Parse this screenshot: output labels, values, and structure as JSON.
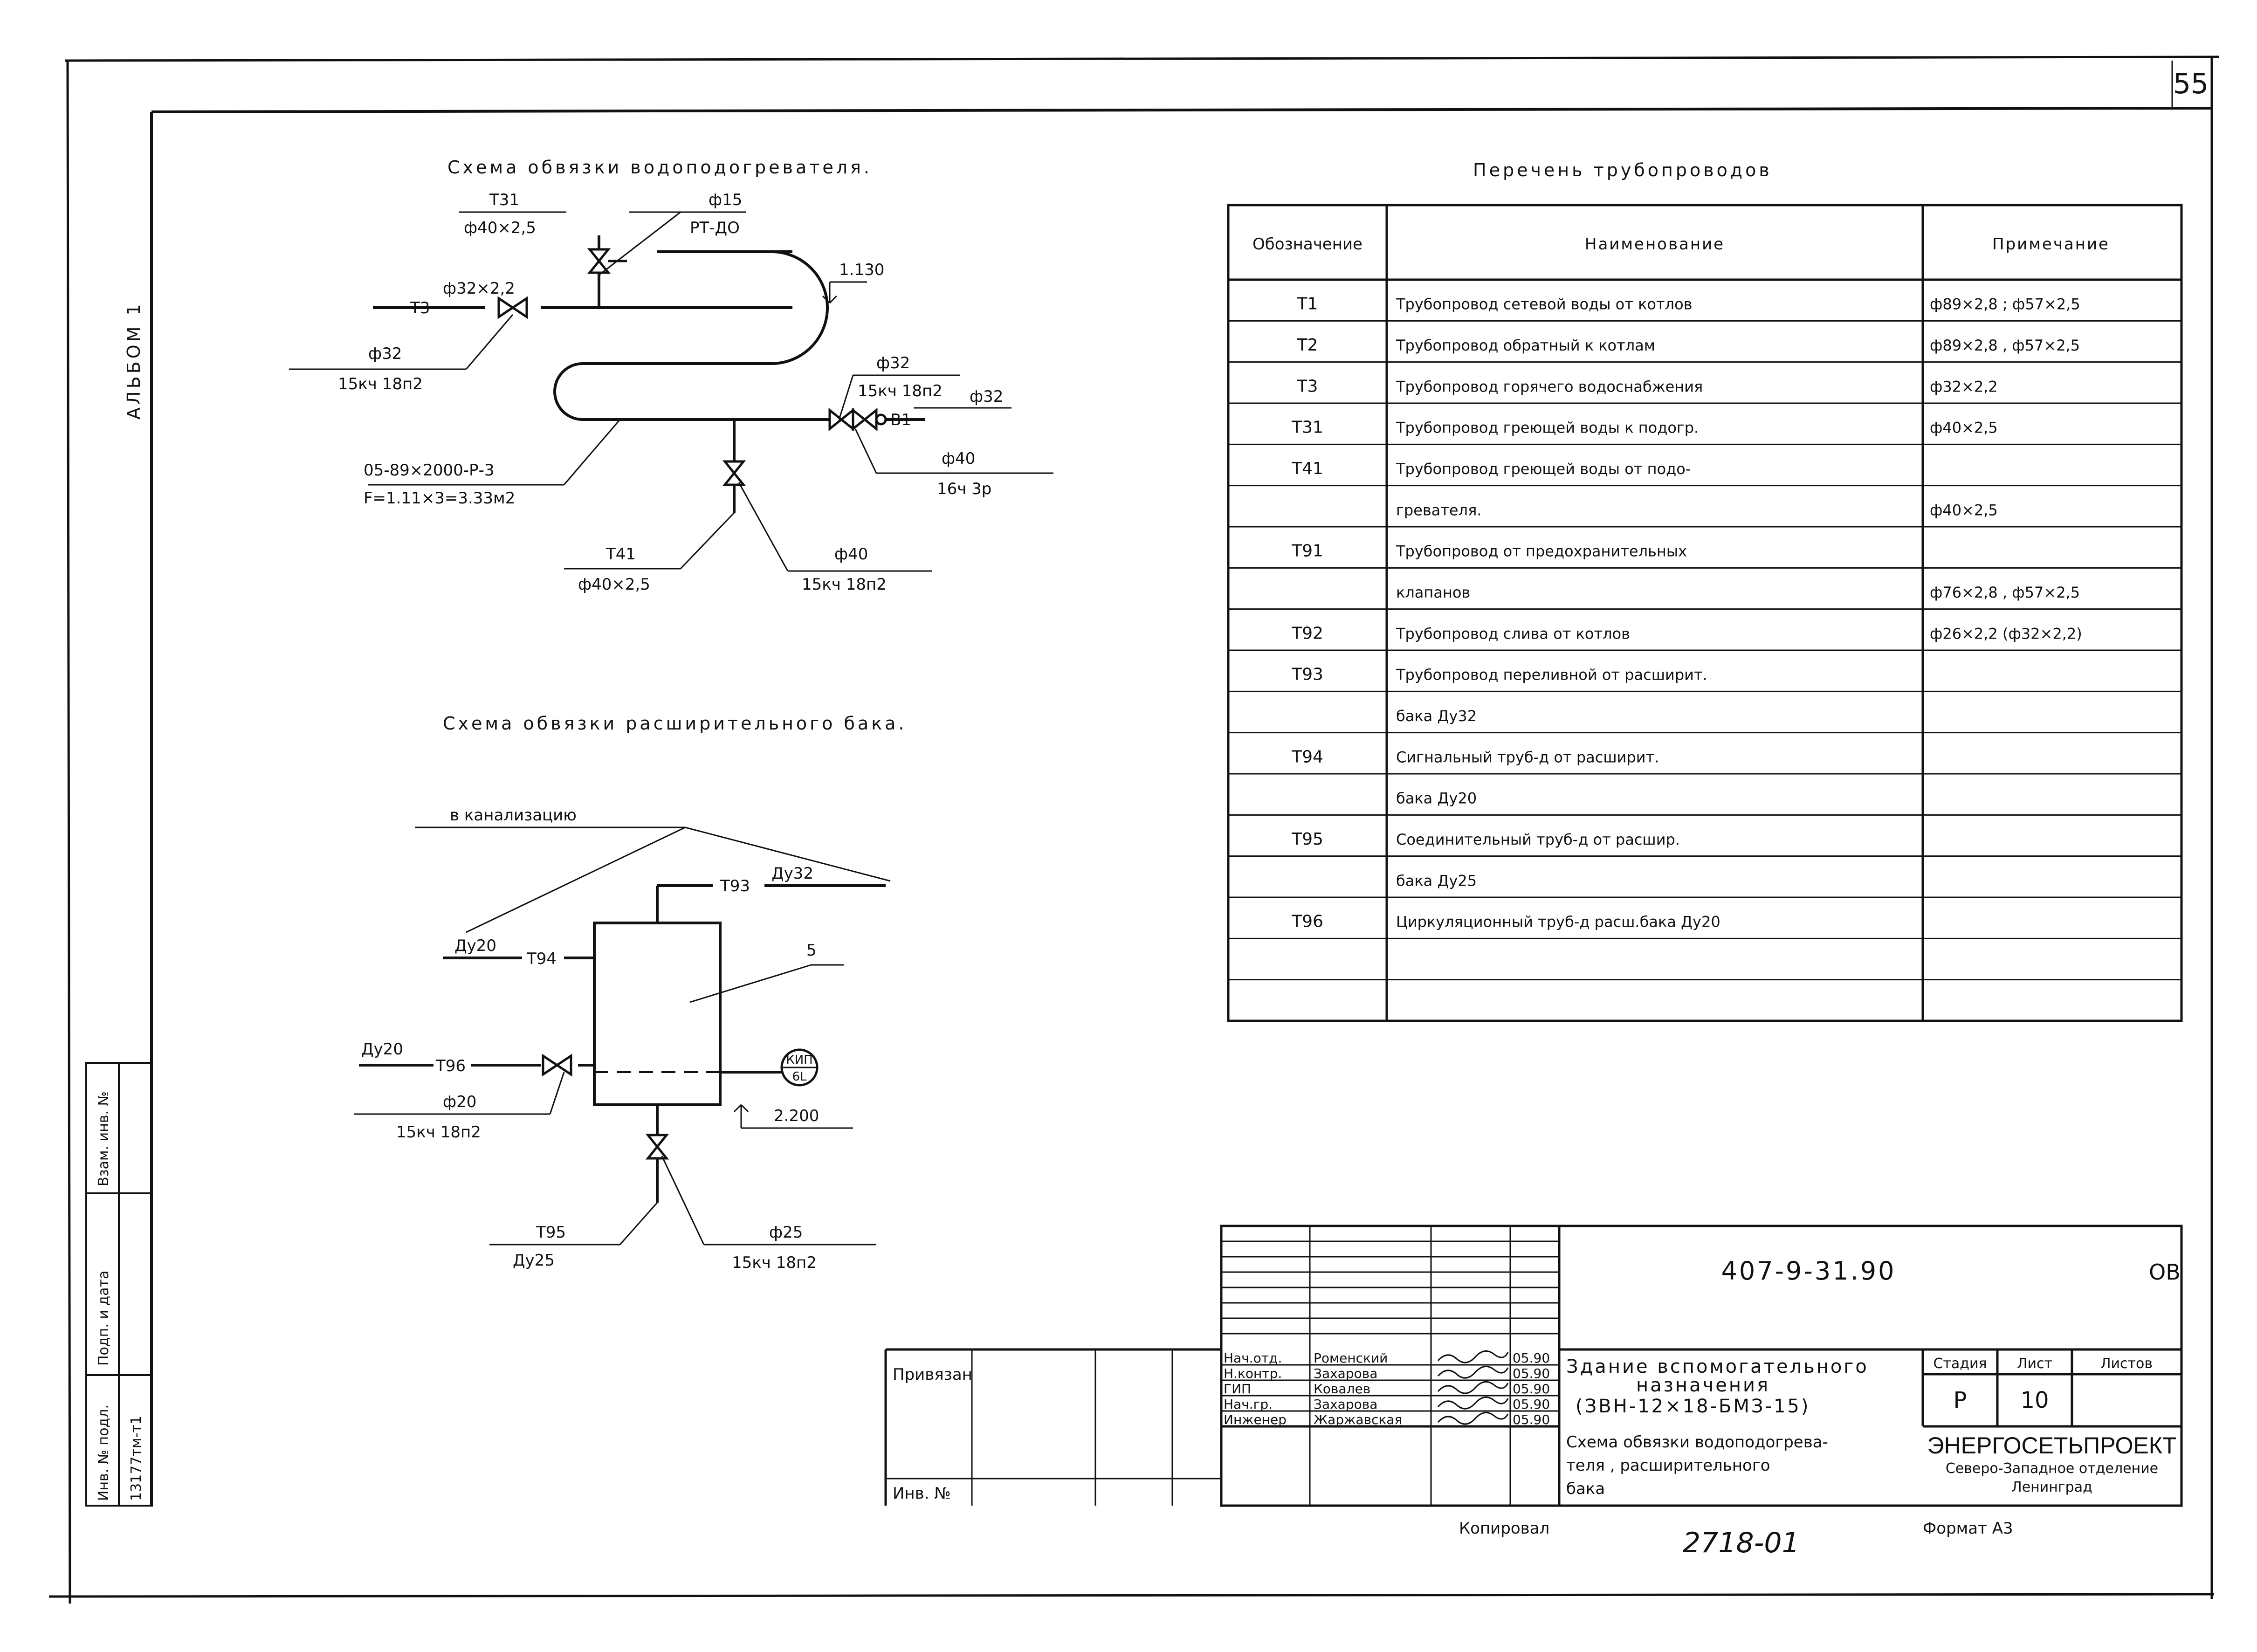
{
  "sheet": {
    "page_number": "55",
    "album": "АЛЬБОМ 1",
    "copied_by": "Копировал",
    "copy_number": "2718-01",
    "format": "Формат А3"
  },
  "heater_scheme": {
    "title": "Схема обвязки водоподогревателя.",
    "t31_label": "Т31",
    "t31_size": "ф40×2,5",
    "valve_dia": "ф15",
    "valve_type": "РТ-ДО",
    "level": "1.130",
    "t3_size": "ф32×2,2",
    "t3_label": "Т3",
    "left_valve_dia": "ф32",
    "left_valve_type": "15кч 18п2",
    "right_valve_dia": "ф32",
    "right_valve_type": "15кч 18п2",
    "b1_label": "В1",
    "b1_dia": "ф32",
    "flow_valve_dia": "ф40",
    "flow_valve_type": "16ч 3р",
    "heater_code": "05-89×2000-Р-3",
    "heater_area": "F=1.11×3=3.33м2",
    "t41_label": "Т41",
    "t41_size": "ф40×2,5",
    "bottom_valve_dia": "ф40",
    "bottom_valve_type": "15кч 18п2"
  },
  "tank_scheme": {
    "title": "Схема обвязки расширительного бака.",
    "drain_label": "в канализацию",
    "t93_label": "Т93",
    "t93_dn": "Ду32",
    "t94_dn": "Ду20",
    "t94_label": "Т94",
    "tank_pos": "5",
    "t96_dn": "Ду20",
    "t96_label": "Т96",
    "valve_dia": "ф20",
    "valve_type": "15кч 18п2",
    "instrument_top": "КИП",
    "instrument_bottom": "6L",
    "level": "2.200",
    "t95_label": "Т95",
    "t95_dn": "Ду25",
    "bottom_valve_dia": "ф25",
    "bottom_valve_type": "15кч 18п2"
  },
  "pipe_list": {
    "title": "Перечень трубопроводов",
    "headers": [
      "Обозначение",
      "Наименование",
      "Примечание"
    ],
    "rows": [
      [
        "Т1",
        "Трубопровод сетевой воды от котлов",
        "ф89×2,8 ; ф57×2,5"
      ],
      [
        "Т2",
        "Трубопровод обратный к котлам",
        "ф89×2,8 , ф57×2,5"
      ],
      [
        "Т3",
        "Трубопровод горячего водоснабжения",
        "ф32×2,2"
      ],
      [
        "Т31",
        "Трубопровод греющей воды к подогр.",
        "ф40×2,5"
      ],
      [
        "Т41",
        "Трубопровод греющей воды от подо-",
        ""
      ],
      [
        "",
        "гревателя.",
        "ф40×2,5"
      ],
      [
        "Т91",
        "Трубопровод от предохранительных",
        ""
      ],
      [
        "",
        "клапанов",
        "ф76×2,8 , ф57×2,5"
      ],
      [
        "Т92",
        "Трубопровод слива от котлов",
        "ф26×2,2 (ф32×2,2)"
      ],
      [
        "Т93",
        "Трубопровод переливной от расширит.",
        ""
      ],
      [
        "",
        "бака Ду32",
        ""
      ],
      [
        "Т94",
        "Сигнальный труб-д от расширит.",
        ""
      ],
      [
        "",
        "бака Ду20",
        ""
      ],
      [
        "Т95",
        "Соединительный труб-д от расшир.",
        ""
      ],
      [
        "",
        "бака Ду25",
        ""
      ],
      [
        "Т96",
        "Циркуляционный труб-д расш.бака Ду20",
        ""
      ],
      [
        "",
        "",
        ""
      ],
      [
        "",
        "",
        ""
      ]
    ]
  },
  "side_stamp": {
    "cells": [
      "Инв. № подл.",
      "13177тм-т1",
      "Подп. и дата",
      "Взам. инв. №"
    ]
  },
  "title_block": {
    "doc_code": "407-9-31.90",
    "doc_suffix": "ОВ",
    "attached": "Привязан",
    "inv_no": "Инв. №",
    "people": [
      {
        "role": "Нач.отд.",
        "name": "Роменский",
        "date": "05.90"
      },
      {
        "role": "Н.контр.",
        "name": "Захарова",
        "date": "05.90"
      },
      {
        "role": "ГИП",
        "name": "Ковалев",
        "date": "05.90"
      },
      {
        "role": "Нач.гр.",
        "name": "Захарова",
        "date": "05.90"
      },
      {
        "role": "Инженер",
        "name": "Жаржавская",
        "date": "05.90"
      }
    ],
    "building_line1": "Здание вспомогательного",
    "building_line2": "назначения",
    "building_line3": "(ЗВН-12×18-БМЗ-15)",
    "drawing_line1": "Схема обвязки водоподогрева-",
    "drawing_line2": "теля , расширительного",
    "drawing_line3": "бака",
    "stage_header": "Стадия",
    "sheet_header": "Лист",
    "sheets_header": "Листов",
    "stage": "Р",
    "sheet": "10",
    "sheets": "",
    "org_name": "ЭНЕРГОСЕТЬПРОЕКТ",
    "org_branch_line1": "Северо-Западное отделение",
    "org_branch_line2": "Ленинград"
  }
}
